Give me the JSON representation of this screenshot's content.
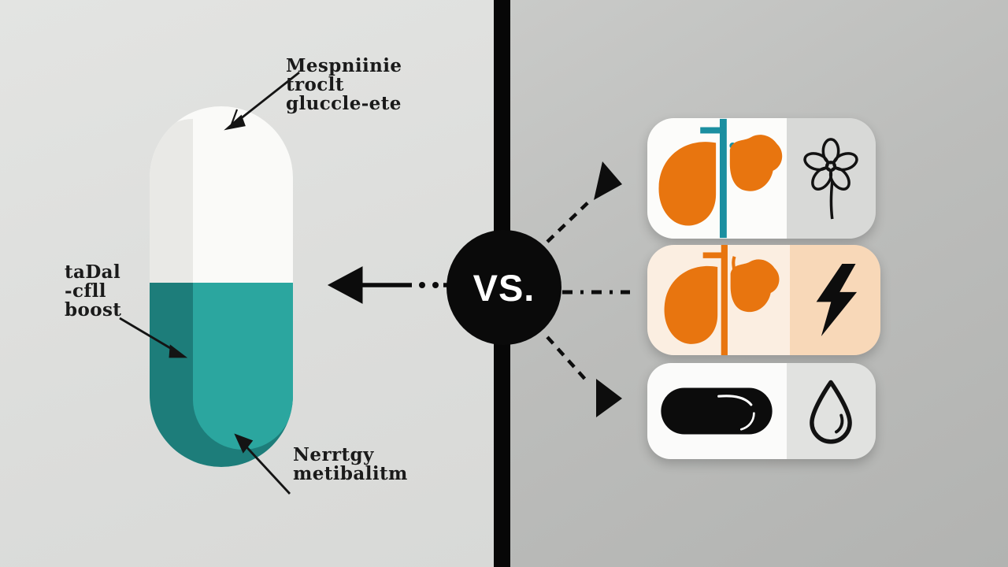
{
  "meta": {
    "vs_label": "VS.",
    "layout": "left-vs-right comparison infographic, no real text beyond labels"
  },
  "annotations": {
    "top": {
      "lines": [
        "Mespniinie",
        "troclt",
        "gluccle-ete"
      ]
    },
    "side": {
      "lines": [
        "taDal",
        "-cfll",
        "boost"
      ]
    },
    "bottom": {
      "lines": [
        "Nerrtgy",
        "metibalitm"
      ]
    }
  },
  "capsule": {
    "top_color": "#fafaf8",
    "top_shade": "#e9e9e6",
    "fill_color": "#2ba69f",
    "fill_shade": "#1d7d7a"
  },
  "cards": [
    {
      "left_icon": "liver-iv-icon",
      "right_icon": "herb-flower-icon",
      "left_bg": "#fcfcfa",
      "right_bg": "#d8d9d7",
      "tube_color": "#1b8fa0"
    },
    {
      "left_icon": "liver-iv-icon",
      "right_icon": "lightning-icon",
      "left_bg": "#fbeee1",
      "right_bg": "#f8d8b8",
      "tube_color": "#e8750f"
    },
    {
      "left_icon": "pill-icon",
      "right_icon": "water-drop-icon",
      "left_bg": "#fbfbfa",
      "right_bg": "#e1e2e0",
      "tube_color": null
    }
  ],
  "icons": [
    "liver-iv-icon",
    "herb-flower-icon",
    "lightning-icon",
    "pill-icon",
    "water-drop-icon",
    "vs-badge",
    "solid-left-arrow",
    "dashed-arrows"
  ],
  "colors": {
    "left_panel_bg": "#dededc",
    "right_panel_bg": "#bcbdbb",
    "divider": "#070707",
    "teal": "#2ba69f",
    "teal_dark": "#1d7d7a",
    "orange": "#e8750f",
    "peach": "#f8d8b8",
    "cream": "#fbeee1",
    "ink": "#121212"
  }
}
